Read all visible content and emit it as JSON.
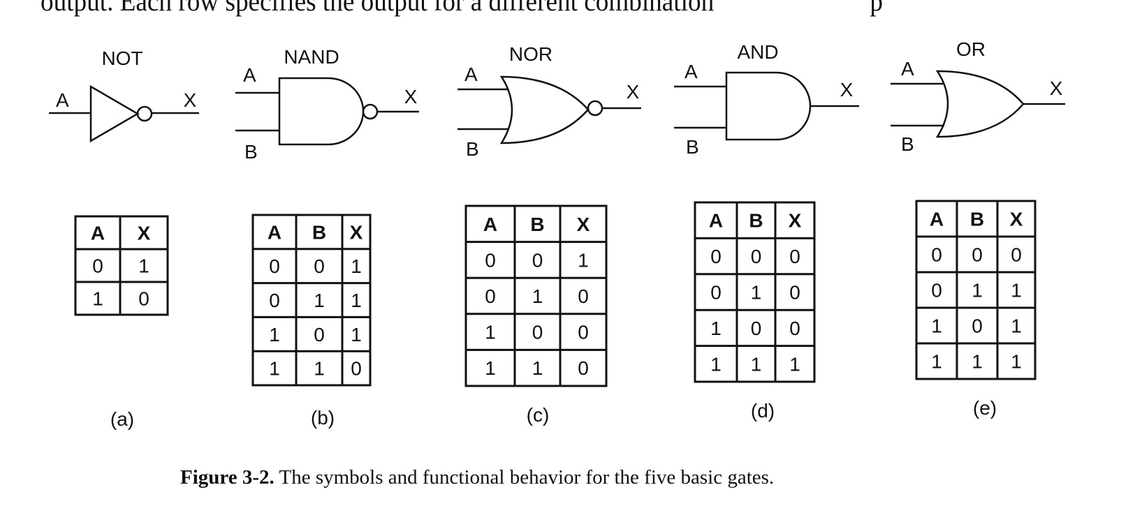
{
  "top_text": "output.  Each row specifies the output for a different combination",
  "top_text_right": "p",
  "caption": {
    "label": "Figure 3-2.",
    "text": " The symbols and functional behavior for the five basic gates."
  },
  "gates": [
    {
      "id": "not",
      "name": "NOT",
      "sub": "(a)",
      "input_a": "A",
      "output": "X",
      "headers": [
        "A",
        "X"
      ],
      "rows": [
        [
          "0",
          "1"
        ],
        [
          "1",
          "0"
        ]
      ]
    },
    {
      "id": "nand",
      "name": "NAND",
      "sub": "(b)",
      "input_a": "A",
      "input_b": "B",
      "output": "X",
      "headers": [
        "A",
        "B",
        "X"
      ],
      "rows": [
        [
          "0",
          "0",
          "1"
        ],
        [
          "0",
          "1",
          "1"
        ],
        [
          "1",
          "0",
          "1"
        ],
        [
          "1",
          "1",
          "0"
        ]
      ]
    },
    {
      "id": "nor",
      "name": "NOR",
      "sub": "(c)",
      "input_a": "A",
      "input_b": "B",
      "output": "X",
      "headers": [
        "A",
        "B",
        "X"
      ],
      "rows": [
        [
          "0",
          "0",
          "1"
        ],
        [
          "0",
          "1",
          "0"
        ],
        [
          "1",
          "0",
          "0"
        ],
        [
          "1",
          "1",
          "0"
        ]
      ]
    },
    {
      "id": "and",
      "name": "AND",
      "sub": "(d)",
      "input_a": "A",
      "input_b": "B",
      "output": "X",
      "headers": [
        "A",
        "B",
        "X"
      ],
      "rows": [
        [
          "0",
          "0",
          "0"
        ],
        [
          "0",
          "1",
          "0"
        ],
        [
          "1",
          "0",
          "0"
        ],
        [
          "1",
          "1",
          "1"
        ]
      ]
    },
    {
      "id": "or",
      "name": "OR",
      "sub": "(e)",
      "input_a": "A",
      "input_b": "B",
      "output": "X",
      "headers": [
        "A",
        "B",
        "X"
      ],
      "rows": [
        [
          "0",
          "0",
          "0"
        ],
        [
          "0",
          "1",
          "1"
        ],
        [
          "1",
          "0",
          "1"
        ],
        [
          "1",
          "1",
          "1"
        ]
      ]
    }
  ]
}
